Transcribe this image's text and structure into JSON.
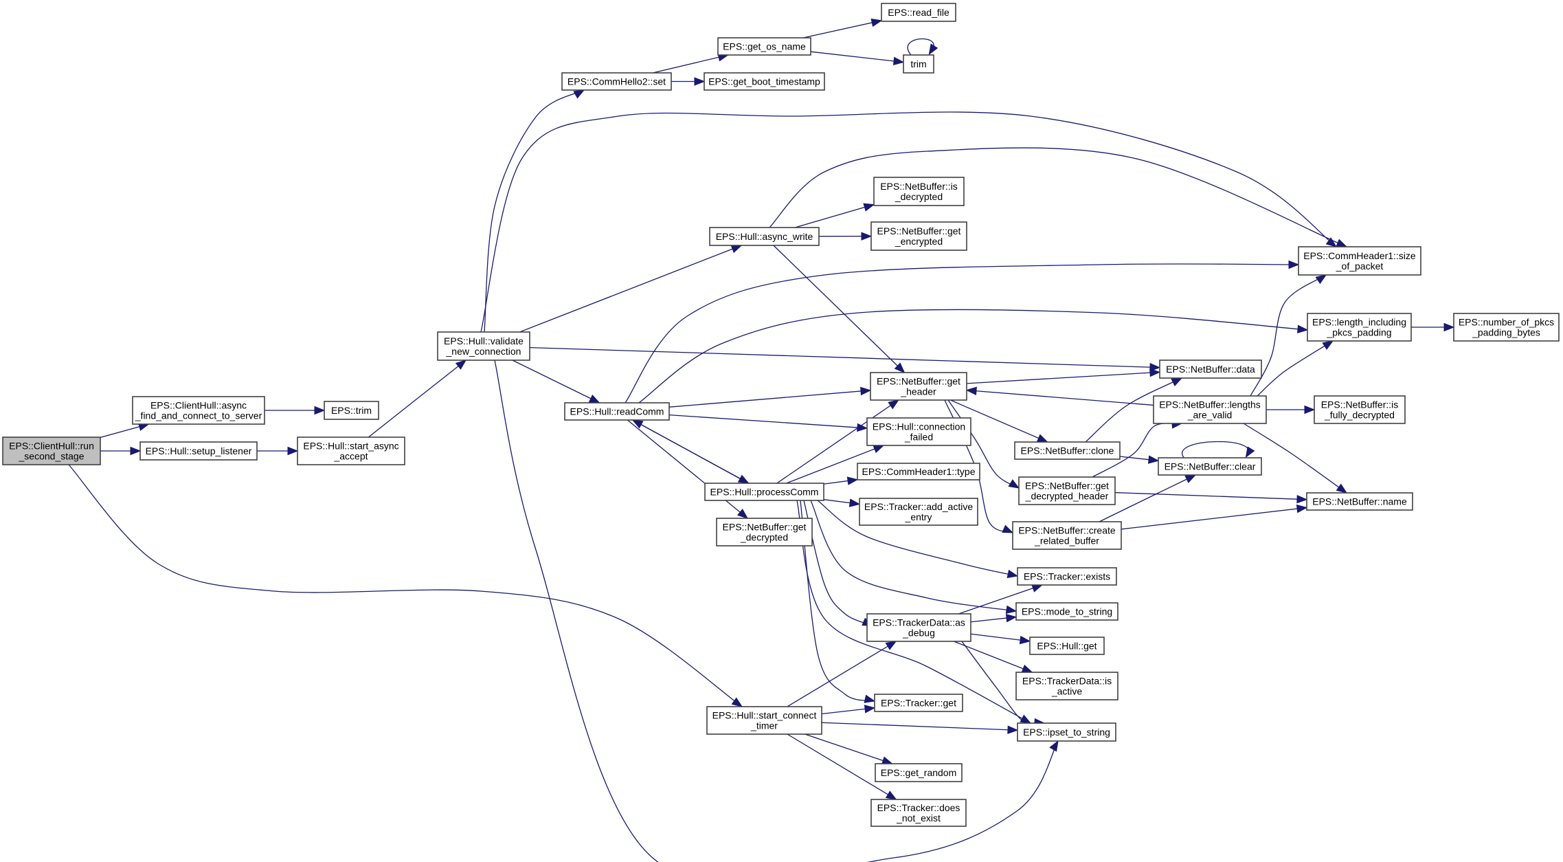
{
  "diagram": {
    "type": "call-graph",
    "colors": {
      "edge": "#191970",
      "node_border": "#404040",
      "root_fill": "#bfbfbf",
      "node_fill": "#ffffff"
    },
    "root": "run_second_stage",
    "nodes": [
      {
        "id": "run_second_stage",
        "lines": [
          "EPS::ClientHull::run",
          "_second_stage"
        ],
        "root": true
      },
      {
        "id": "async_find",
        "lines": [
          "EPS::ClientHull::async",
          "_find_and_connect_to_server"
        ]
      },
      {
        "id": "eps_trim",
        "lines": [
          "EPS::trim"
        ]
      },
      {
        "id": "setup_listener",
        "lines": [
          "EPS::Hull::setup_listener"
        ]
      },
      {
        "id": "start_async_accept",
        "lines": [
          "EPS::Hull::start_async",
          "_accept"
        ]
      },
      {
        "id": "validate_new_connection",
        "lines": [
          "EPS::Hull::validate",
          "_new_connection"
        ]
      },
      {
        "id": "commhello2_set",
        "lines": [
          "EPS::CommHello2::set"
        ]
      },
      {
        "id": "get_os_name",
        "lines": [
          "EPS::get_os_name"
        ]
      },
      {
        "id": "get_boot_timestamp",
        "lines": [
          "EPS::get_boot_timestamp"
        ]
      },
      {
        "id": "read_file",
        "lines": [
          "EPS::read_file"
        ]
      },
      {
        "id": "trim",
        "lines": [
          "trim"
        ]
      },
      {
        "id": "async_write",
        "lines": [
          "EPS::Hull::async_write"
        ]
      },
      {
        "id": "is_decrypted",
        "lines": [
          "EPS::NetBuffer::is",
          "_decrypted"
        ]
      },
      {
        "id": "get_encrypted",
        "lines": [
          "EPS::NetBuffer::get",
          "_encrypted"
        ]
      },
      {
        "id": "size_of_packet",
        "lines": [
          "EPS::CommHeader1::size",
          "_of_packet"
        ]
      },
      {
        "id": "length_including",
        "lines": [
          "EPS::length_including",
          "_pkcs_padding"
        ]
      },
      {
        "id": "number_of_pkcs",
        "lines": [
          "EPS::number_of_pkcs",
          "_padding_bytes"
        ]
      },
      {
        "id": "read_comm",
        "lines": [
          "EPS::Hull::readComm"
        ]
      },
      {
        "id": "get_header",
        "lines": [
          "EPS::NetBuffer::get",
          "_header"
        ]
      },
      {
        "id": "data",
        "lines": [
          "EPS::NetBuffer::data"
        ]
      },
      {
        "id": "lengths_are_valid",
        "lines": [
          "EPS::NetBuffer::lengths",
          "_are_valid"
        ]
      },
      {
        "id": "is_fully_decrypted",
        "lines": [
          "EPS::NetBuffer::is",
          "_fully_decrypted"
        ]
      },
      {
        "id": "connection_failed",
        "lines": [
          "EPS::Hull::connection",
          "_failed"
        ]
      },
      {
        "id": "clone",
        "lines": [
          "EPS::NetBuffer::clone"
        ]
      },
      {
        "id": "clear",
        "lines": [
          "EPS::NetBuffer::clear"
        ]
      },
      {
        "id": "commheader1_type",
        "lines": [
          "EPS::CommHeader1::type"
        ]
      },
      {
        "id": "process_comm",
        "lines": [
          "EPS::Hull::processComm"
        ]
      },
      {
        "id": "get_decrypted_header",
        "lines": [
          "EPS::NetBuffer::get",
          "_decrypted_header"
        ]
      },
      {
        "id": "name",
        "lines": [
          "EPS::NetBuffer::name"
        ]
      },
      {
        "id": "add_active_entry",
        "lines": [
          "EPS::Tracker::add_active",
          "_entry"
        ]
      },
      {
        "id": "get_decrypted",
        "lines": [
          "EPS::NetBuffer::get",
          "_decrypted"
        ]
      },
      {
        "id": "create_related_buffer",
        "lines": [
          "EPS::NetBuffer::create",
          "_related_buffer"
        ]
      },
      {
        "id": "tracker_exists",
        "lines": [
          "EPS::Tracker::exists"
        ]
      },
      {
        "id": "mode_to_string",
        "lines": [
          "EPS::mode_to_string"
        ]
      },
      {
        "id": "as_debug",
        "lines": [
          "EPS::TrackerData::as",
          "_debug"
        ]
      },
      {
        "id": "hull_get",
        "lines": [
          "EPS::Hull::get"
        ]
      },
      {
        "id": "is_active",
        "lines": [
          "EPS::TrackerData::is",
          "_active"
        ]
      },
      {
        "id": "tracker_get",
        "lines": [
          "EPS::Tracker::get"
        ]
      },
      {
        "id": "start_connect_timer",
        "lines": [
          "EPS::Hull::start_connect",
          "_timer"
        ]
      },
      {
        "id": "ipset_to_string",
        "lines": [
          "EPS::ipset_to_string"
        ]
      },
      {
        "id": "get_random",
        "lines": [
          "EPS::get_random"
        ]
      },
      {
        "id": "does_not_exist",
        "lines": [
          "EPS::Tracker::does",
          "_not_exist"
        ]
      }
    ],
    "edges": [
      [
        "run_second_stage",
        "async_find"
      ],
      [
        "run_second_stage",
        "setup_listener"
      ],
      [
        "run_second_stage",
        "start_connect_timer"
      ],
      [
        "async_find",
        "eps_trim"
      ],
      [
        "setup_listener",
        "start_async_accept"
      ],
      [
        "start_async_accept",
        "validate_new_connection"
      ],
      [
        "validate_new_connection",
        "commhello2_set"
      ],
      [
        "validate_new_connection",
        "size_of_packet"
      ],
      [
        "validate_new_connection",
        "async_write"
      ],
      [
        "validate_new_connection",
        "data"
      ],
      [
        "validate_new_connection",
        "read_comm"
      ],
      [
        "validate_new_connection",
        "ipset_to_string"
      ],
      [
        "commhello2_set",
        "get_os_name"
      ],
      [
        "commhello2_set",
        "get_boot_timestamp"
      ],
      [
        "get_os_name",
        "read_file"
      ],
      [
        "get_os_name",
        "trim"
      ],
      [
        "trim",
        "trim"
      ],
      [
        "async_write",
        "size_of_packet"
      ],
      [
        "async_write",
        "is_decrypted"
      ],
      [
        "async_write",
        "get_encrypted"
      ],
      [
        "async_write",
        "get_header"
      ],
      [
        "read_comm",
        "size_of_packet"
      ],
      [
        "read_comm",
        "length_including"
      ],
      [
        "read_comm",
        "get_header"
      ],
      [
        "read_comm",
        "connection_failed"
      ],
      [
        "read_comm",
        "process_comm"
      ],
      [
        "read_comm",
        "get_decrypted"
      ],
      [
        "process_comm",
        "read_comm"
      ],
      [
        "process_comm",
        "get_header"
      ],
      [
        "process_comm",
        "connection_failed"
      ],
      [
        "process_comm",
        "commheader1_type"
      ],
      [
        "process_comm",
        "add_active_entry"
      ],
      [
        "process_comm",
        "tracker_exists"
      ],
      [
        "process_comm",
        "mode_to_string"
      ],
      [
        "process_comm",
        "as_debug"
      ],
      [
        "process_comm",
        "tracker_get"
      ],
      [
        "process_comm",
        "ipset_to_string"
      ],
      [
        "get_header",
        "data"
      ],
      [
        "get_header",
        "clone"
      ],
      [
        "get_header",
        "get_decrypted_header"
      ],
      [
        "get_header",
        "create_related_buffer"
      ],
      [
        "lengths_are_valid",
        "get_header"
      ],
      [
        "lengths_are_valid",
        "size_of_packet"
      ],
      [
        "lengths_are_valid",
        "length_including"
      ],
      [
        "lengths_are_valid",
        "is_fully_decrypted"
      ],
      [
        "lengths_are_valid",
        "name"
      ],
      [
        "length_including",
        "number_of_pkcs"
      ],
      [
        "clone",
        "data"
      ],
      [
        "clone",
        "clear"
      ],
      [
        "clear",
        "clear"
      ],
      [
        "get_decrypted_header",
        "lengths_are_valid"
      ],
      [
        "get_decrypted_header",
        "name"
      ],
      [
        "create_related_buffer",
        "clear"
      ],
      [
        "create_related_buffer",
        "name"
      ],
      [
        "as_debug",
        "tracker_exists"
      ],
      [
        "as_debug",
        "mode_to_string"
      ],
      [
        "as_debug",
        "hull_get"
      ],
      [
        "as_debug",
        "is_active"
      ],
      [
        "as_debug",
        "ipset_to_string"
      ],
      [
        "start_connect_timer",
        "as_debug"
      ],
      [
        "start_connect_timer",
        "tracker_get"
      ],
      [
        "start_connect_timer",
        "ipset_to_string"
      ],
      [
        "start_connect_timer",
        "get_random"
      ],
      [
        "start_connect_timer",
        "does_not_exist"
      ]
    ]
  }
}
